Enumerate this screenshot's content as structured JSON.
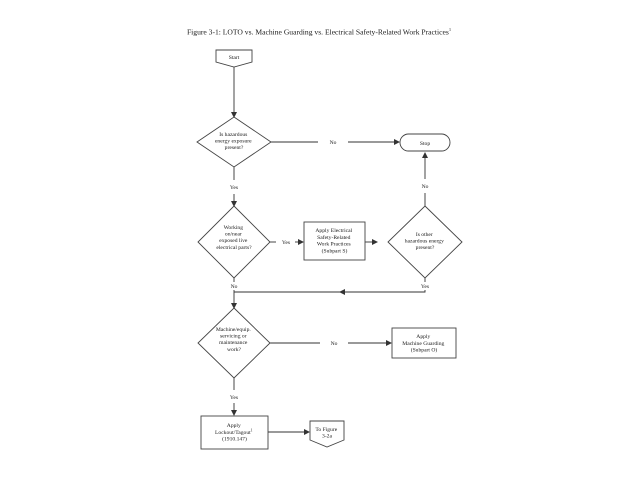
{
  "figure": {
    "title": "Figure 3-1: LOTO vs. Machine Guarding vs. Electrical Safety-Related Work Practices",
    "title_footnote": "1"
  },
  "nodes": {
    "start": {
      "lines": [
        "Start"
      ]
    },
    "decision_energy": {
      "lines": [
        "Is hazardous",
        "energy exposure",
        "present?"
      ]
    },
    "stop": {
      "lines": [
        "Stop"
      ]
    },
    "decision_electrical": {
      "lines": [
        "Working",
        "on/near",
        "exposed live",
        "electrical parts?"
      ]
    },
    "apply_electrical": {
      "lines": [
        "Apply Electrical",
        "Safety-Related",
        "Work Practices",
        "(Subpart S)"
      ]
    },
    "decision_other": {
      "lines": [
        "Is other",
        "hazardous energy",
        "present?"
      ]
    },
    "decision_machine": {
      "lines": [
        "Machine/equip.",
        "servicing or",
        "maintenance",
        "work?"
      ]
    },
    "apply_guarding": {
      "lines": [
        "Apply",
        "Machine Guarding",
        "(Subpart O)"
      ]
    },
    "apply_loto": {
      "lines": [
        "Apply",
        "Lockout/Tagout",
        "(1910.147)"
      ],
      "footnote": "1"
    },
    "to_figure": {
      "lines": [
        "To Figure",
        "3-2a"
      ]
    }
  },
  "edge_labels": {
    "energy_no": "No",
    "energy_yes": "Yes",
    "electrical_yes": "Yes",
    "electrical_no": "No",
    "other_no": "No",
    "other_yes": "Yes",
    "machine_no": "No",
    "machine_yes": "Yes"
  }
}
